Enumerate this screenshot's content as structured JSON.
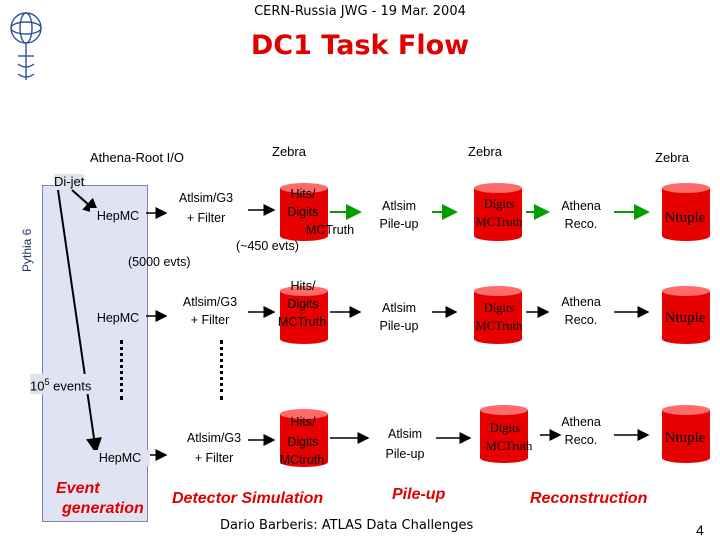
{
  "header": {
    "meeting": "CERN-Russia JWG - 19 Mar. 2004",
    "title": "DC1 Task Flow"
  },
  "labels": {
    "athena_root_io": "Athena-Root I/O",
    "zebra_1": "Zebra",
    "zebra_2": "Zebra",
    "zebra_3": "Zebra",
    "dijet": "Di-jet",
    "pythia": "Pythia 6",
    "events_base": "10",
    "events_exp": "5",
    "events_suffix": " events",
    "evts_5000": "(5000 evts)",
    "evts_450": "(~450 evts)"
  },
  "rows": [
    {
      "hepmc": "HepMC",
      "atlsim_line1": "Atlsim/G3",
      "atlsim_line2": "+ Filter",
      "hits_line1": "Hits/",
      "hits_line2": "Digits",
      "hits_line3": "MCTruth",
      "pileup_line1": "Atlsim",
      "pileup_line2": "Pile-up",
      "digits_line1": "Digits",
      "digits_line2": "MCTruth",
      "reco_line1": "Athena",
      "reco_line2": "Reco.",
      "ntuple": "Ntuple"
    },
    {
      "hepmc": "HepMC",
      "atlsim_line1": "Atlsim/G3",
      "atlsim_line2": "+ Filter",
      "hits_line1": "Hits/",
      "hits_line2": "Digits",
      "hits_line3": "MCTruth",
      "pileup_line1": "Atlsim",
      "pileup_line2": "Pile-up",
      "digits_line1": "Digits",
      "digits_line2": "MCTruth",
      "reco_line1": "Athena",
      "reco_line2": "Reco.",
      "ntuple": "Ntuple"
    },
    {
      "hepmc": "HepMC",
      "atlsim_line1": "Atlsim/G3",
      "atlsim_line2": "+ Filter",
      "hits_line1": "Hits/",
      "hits_line2": "Digits",
      "hits_line3": "MCtruth",
      "pileup_line1": "Atlsim",
      "pileup_line2": "Pile-up",
      "digits_line1": "Digits",
      "digits_line2": "MCTruth",
      "reco_line1": "Athena",
      "reco_line2": "Reco.",
      "ntuple": "Ntuple"
    }
  ],
  "stages": {
    "event_generation_line1": "Event",
    "event_generation_line2": "generation",
    "detector_simulation": "Detector Simulation",
    "pileup": "Pile-up",
    "reconstruction": "Reconstruction"
  },
  "footer": {
    "note": "Dario Barberis: ATLAS Data Challenges",
    "page": "4"
  },
  "colors": {
    "title": "#e00000",
    "cylinder": "#e60000",
    "green_arrow": "#00a000",
    "pythia_bg": "#dfe3f2"
  },
  "icons": {
    "logo": "cern-logo-icon",
    "store": "database-cylinder-icon"
  }
}
